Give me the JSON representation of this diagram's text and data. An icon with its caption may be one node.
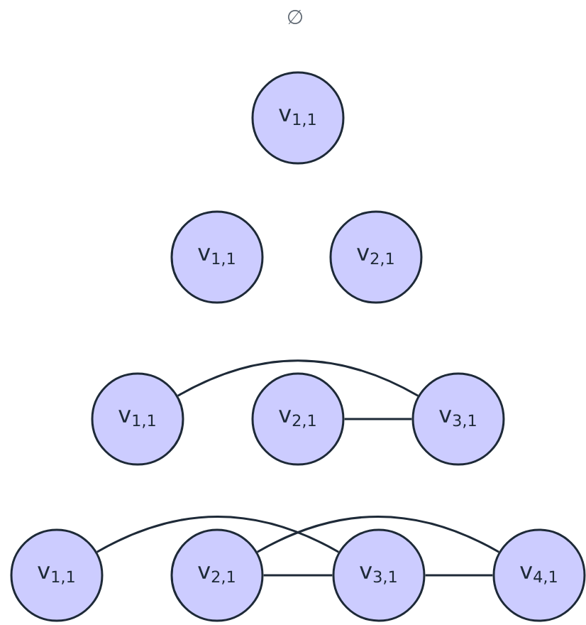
{
  "diagram": {
    "nodes": [
      {
        "text": [
          "v$_{1,1}$"
        ]
      },
      {
        "text": [
          "v$_{1,1}$"
        ]
      },
      {
        "text": [
          "v$_{2,1}$"
        ]
      },
      {
        "text": [
          "v$_{1,1}$"
        ]
      },
      {
        "text": [
          "v$_{2,1}$"
        ]
      },
      {
        "text": [
          "v$_{3,1}$"
        ]
      },
      {
        "text": [
          "v$_{1,1}$"
        ]
      },
      {
        "text": [
          "v$_{2,1}$"
        ]
      },
      {
        "text": [
          "v$_{3,1}$"
        ]
      },
      {
        "text": [
          "v$_{4,1}$"
        ]
      }
    ],
    "edges": [
      {
        "from": 3,
        "to": 5,
        "arrow": "none"
      },
      {
        "from": 4,
        "to": 5,
        "arrow": "none"
      },
      {
        "from": 6,
        "to": 8,
        "arrow": "none"
      },
      {
        "from": 7,
        "to": 9,
        "arrow": "none"
      },
      {
        "from": 7,
        "to": 8,
        "arrow": "none"
      },
      {
        "from": 8,
        "to": 9,
        "arrow": "none"
      }
    ],
    "labels": [
      "∅"
    ]
  }
}
